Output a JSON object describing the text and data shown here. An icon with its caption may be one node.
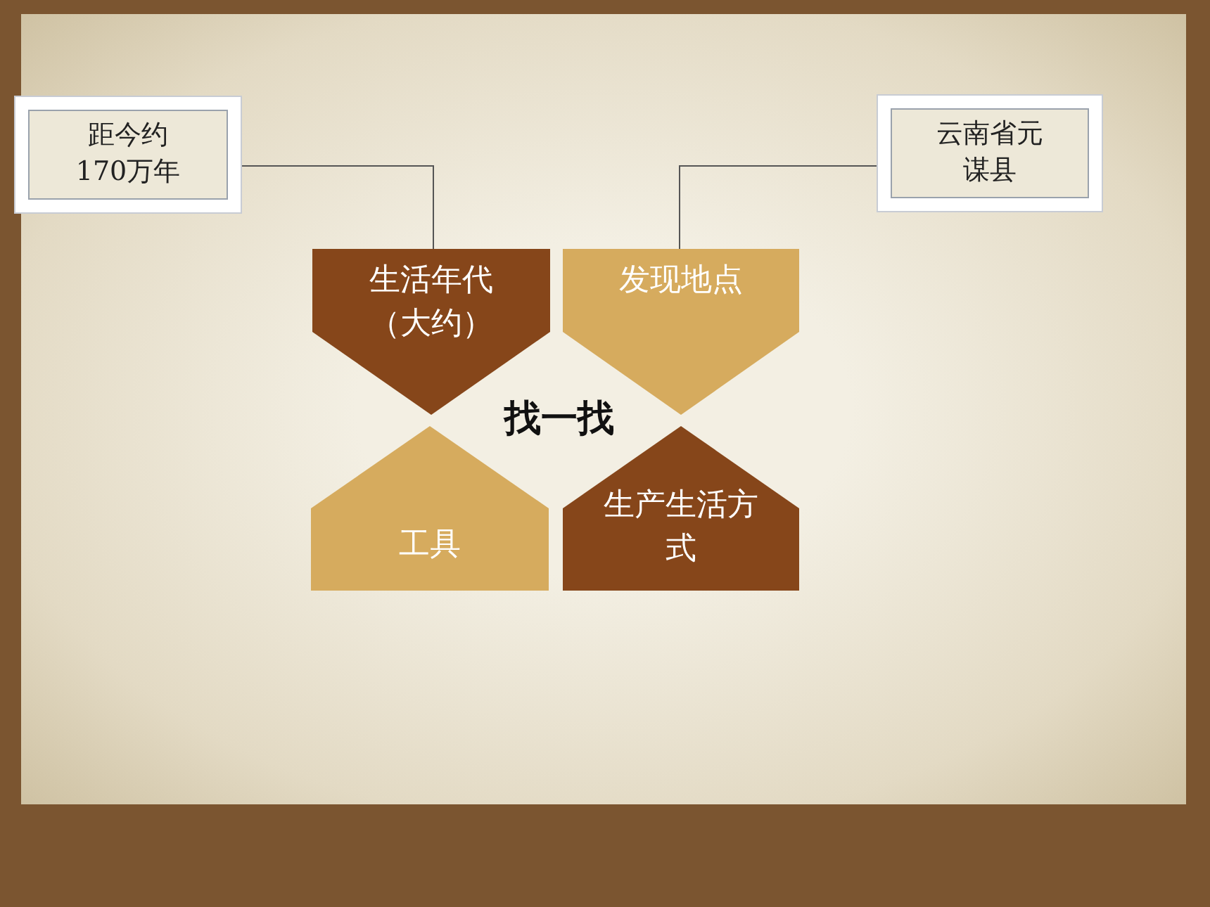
{
  "diagram": {
    "nodes": [
      {
        "text": [
          "距今约170万年"
        ]
      },
      {
        "text": [
          "云南省元谋县"
        ]
      },
      {
        "text": [
          "生活年代（大约）"
        ]
      },
      {
        "text": [
          "发现地点"
        ]
      },
      {
        "text": [
          "工具"
        ]
      },
      {
        "text": [
          "生产生活方式"
        ]
      }
    ],
    "edges": [
      {
        "from": 0,
        "to": 2,
        "arrow": "none"
      },
      {
        "from": 1,
        "to": 3,
        "arrow": "none"
      }
    ],
    "labels": [
      "找一找"
    ]
  }
}
